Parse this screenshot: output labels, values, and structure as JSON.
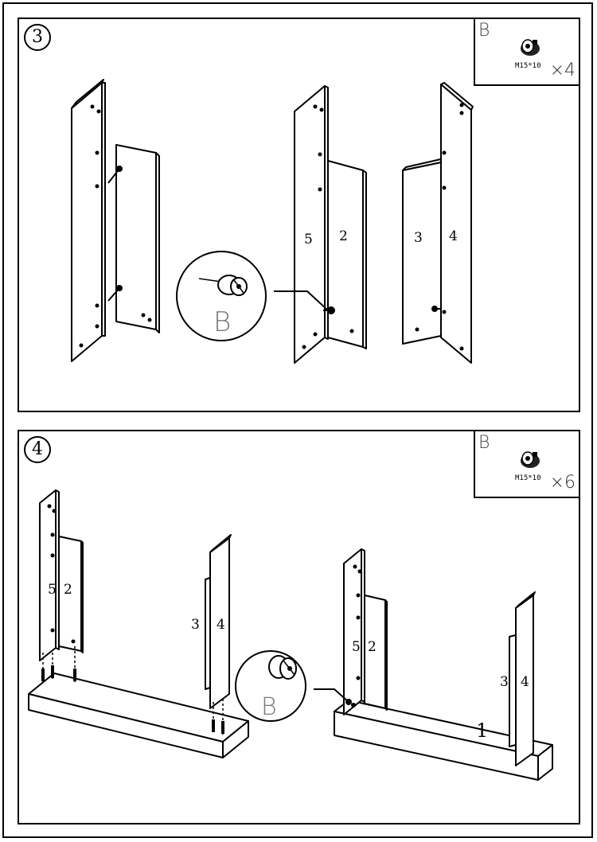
{
  "steps": [
    {
      "number": "3",
      "parts": {
        "letter": "B",
        "code": "M15*10",
        "quantity": "×4",
        "icon": "cam-lock-icon"
      },
      "callout_letter": "B",
      "panel_labels": {
        "a": "5",
        "b": "2",
        "c": "3",
        "d": "4"
      }
    },
    {
      "number": "4",
      "parts": {
        "letter": "B",
        "code": "M15*10",
        "quantity": "×6",
        "icon": "cam-lock-icon"
      },
      "callout_letter": "B",
      "panel_labels": {
        "a": "5",
        "b": "2",
        "c": "3",
        "d": "4",
        "e": "5",
        "f": "2",
        "g": "3",
        "h": "4",
        "base": "1"
      }
    }
  ]
}
